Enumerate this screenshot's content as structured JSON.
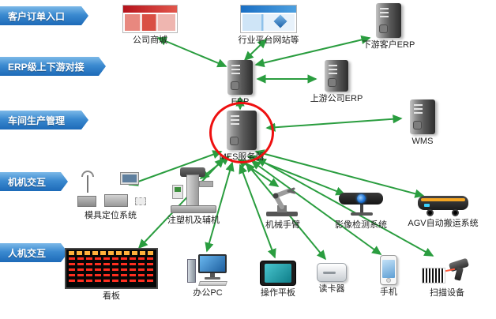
{
  "banners": {
    "customer_entry": "客户订单入口",
    "erp_link": "ERP级上下游对接",
    "workshop": "车间生产管理",
    "m2m": "机机交互",
    "hmi": "人机交互"
  },
  "nodes": {
    "mall": "公司商城",
    "platform": "行业平台网站等",
    "downstream_erp": "下游客户ERP",
    "erp": "ERP",
    "upstream_erp": "上游公司ERP",
    "mes": "MES服务器",
    "wms": "WMS",
    "mold": "模具定位系统",
    "injection": "注塑机及辅机",
    "arm": "机械手臂",
    "vision": "影像检测系统",
    "agv": "AGV自动搬运系统",
    "kanban": "看板",
    "pc": "办公PC",
    "tablet": "操作平板",
    "reader": "读卡器",
    "phone": "手机",
    "scanner": "扫描设备"
  },
  "colors": {
    "banner_blue": "#3b8ad0",
    "arrow_green": "#2a9d3f",
    "highlight_red": "#ee1010"
  }
}
